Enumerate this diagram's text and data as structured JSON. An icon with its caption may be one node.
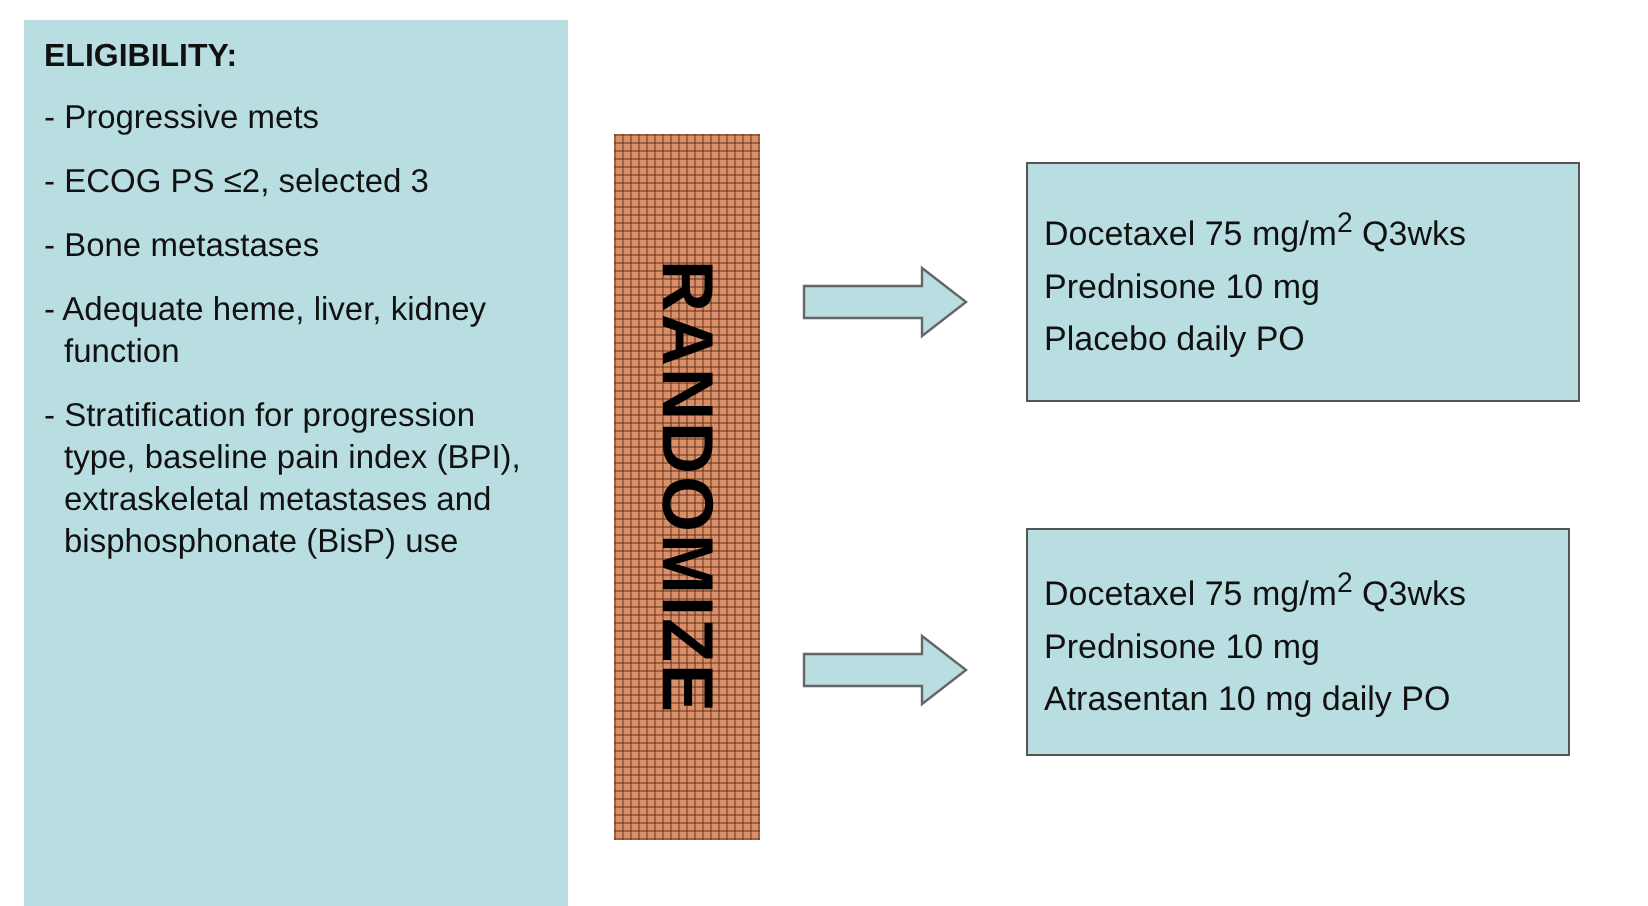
{
  "diagram": {
    "nodes": [
      {
        "text": [
          "ELIGIBILITY:",
          "- Progressive mets",
          "- ECOG PS ≤2, selected 3",
          "- Bone metastases",
          "- Adequate heme, liver, kidney function",
          "- Stratification for progression type, baseline pain index (BPI), extraskeletal metastases and bisphosphonate (BisP) use"
        ]
      },
      {
        "text": [
          "RANDOMIZE"
        ]
      },
      {
        "text": [
          "Docetaxel 75 mg/m$^{2}$ Q3wks",
          "Prednisone 10 mg",
          "Placebo daily PO"
        ]
      },
      {
        "text": [
          "Docetaxel 75 mg/m$^{2}$ Q3wks",
          "Prednisone 10 mg",
          "Atrasentan 10 mg daily PO"
        ]
      }
    ],
    "edges": [
      {
        "from": 1,
        "to": 2,
        "arrow": "to"
      },
      {
        "from": 1,
        "to": 3,
        "arrow": "to"
      }
    ]
  }
}
